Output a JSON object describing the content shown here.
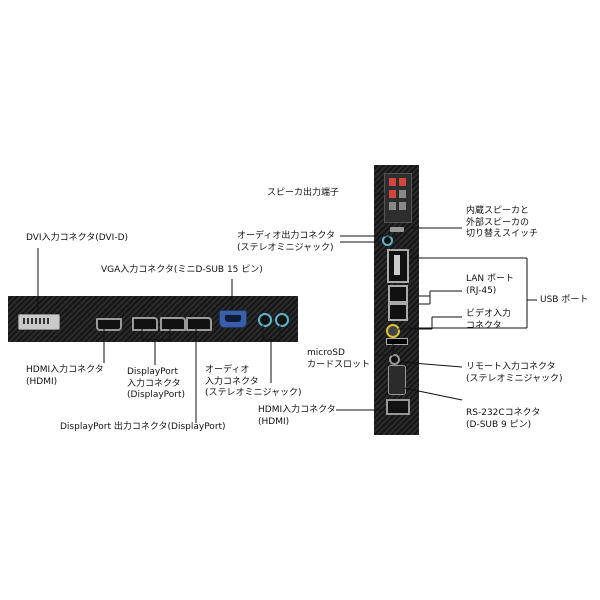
{
  "labels": {
    "dvi": "DVI入力コネクタ(DVI-D)",
    "vga": "VGA入力コネクタ(ミニD-SUB 15 ピン)",
    "hdmi_in_1": "HDMI入力コネクタ",
    "hdmi_in_2": "(HDMI)",
    "dp_in_1": "DisplayPort",
    "dp_in_2": "入力コネクタ",
    "dp_in_3": "(DisplayPort)",
    "audio_in_1": "オーディオ",
    "audio_in_2": "入力コネクタ",
    "audio_in_3": "(ステレオミニジャック)",
    "dp_out": "DisplayPort 出力コネクタ(DisplayPort)",
    "speaker_out": "スピーカ出力端子",
    "audio_out_1": "オーディオ出力コネクタ",
    "audio_out_2": "(ステレオミニジャック)",
    "speaker_switch_1": "内蔵スピーカと",
    "speaker_switch_2": "外部スピーカの",
    "speaker_switch_3": "切り替えスイッチ",
    "lan_1": "LAN ポート",
    "lan_2": "(RJ-45)",
    "usb": "USB ポート",
    "video_in_1": "ビデオ入力",
    "video_in_2": "コネクタ",
    "microsd_1": "microSD",
    "microsd_2": "カードスロット",
    "remote_1": "リモート入力コネクタ",
    "remote_2": "(ステレオミニジャック)",
    "hdmi_in_r_1": "HDMI入力コネクタ",
    "hdmi_in_r_2": "(HDMI)",
    "rs232c_1": "RS-232Cコネクタ",
    "rs232c_2": "(D-SUB 9 ピン)"
  },
  "colors": {
    "panel": "#1d1d1d",
    "port_metal": "#b8b8b8",
    "vga_blue": "#3a5fa8",
    "audio_jack": "#5fb3c9",
    "speaker_terminal": "#d2473b",
    "video_jack": "#d8c23a"
  }
}
